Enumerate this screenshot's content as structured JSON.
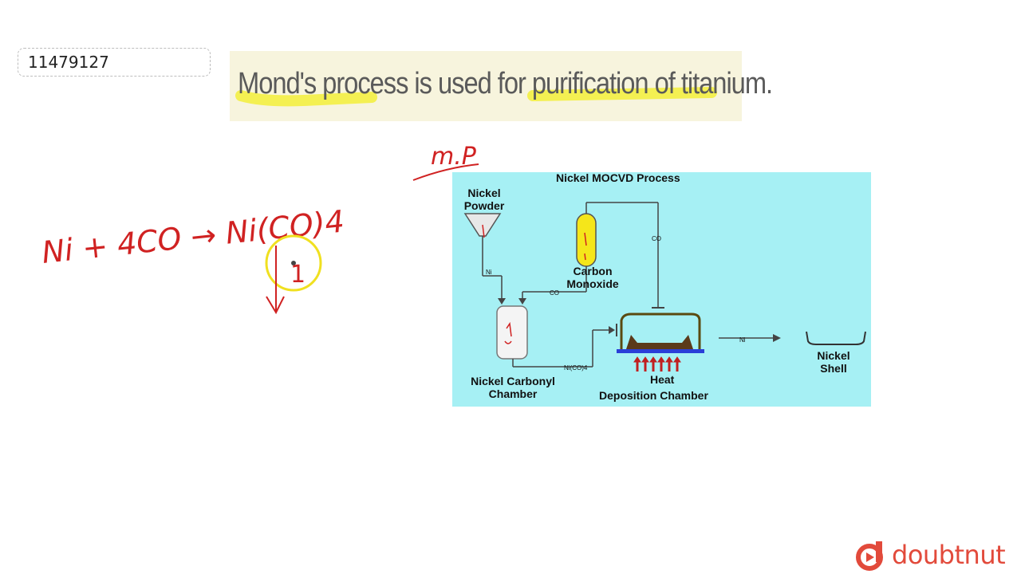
{
  "question_id": "11479127",
  "question_text": "Mond's process is used for purification of titanium.",
  "diagram": {
    "title": "Nickel MOCVD Process",
    "labels": {
      "nickel_powder": "Nickel Powder",
      "carbon_monoxide": "Carbon Monoxide",
      "nickel_carbonyl_chamber": "Nickel Carbonyl Chamber",
      "heat": "Heat",
      "deposition_chamber": "Deposition Chamber",
      "nickel_shell": "Nickel Shell"
    },
    "flow_tags": {
      "ni_1": "Ni",
      "co_1": "CO",
      "co_2": "CO",
      "ni_co_4": "Ni(CO)4",
      "ni_2": "Ni"
    },
    "colors": {
      "background": "#a6f0f4",
      "cylinder": "#f5e61a",
      "base_plate": "#2a3fd8",
      "heat_arrows": "#c02020"
    }
  },
  "annotations": {
    "mp_label": "m.P",
    "equation": "Ni + 4CO → Ni(CO)4",
    "arrow_digit": "1"
  },
  "branding": {
    "logo_text": "doubtnut",
    "color": "#e24a3b"
  }
}
